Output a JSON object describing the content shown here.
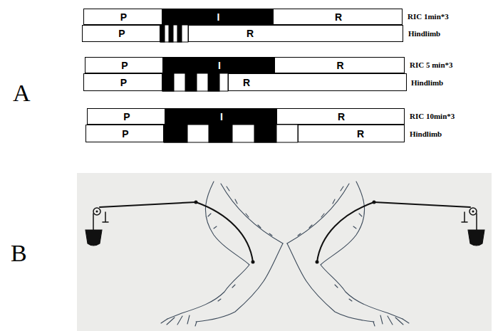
{
  "diagram": {
    "nodes": [
      {
        "text": [
          "P"
        ]
      },
      {
        "text": [
          "I"
        ]
      },
      {
        "text": [
          "R"
        ]
      },
      {
        "text": [
          "P"
        ]
      },
      {
        "text": [
          "R"
        ]
      },
      {
        "text": [
          "P"
        ]
      },
      {
        "text": [
          "I"
        ]
      },
      {
        "text": [
          "R"
        ]
      },
      {
        "text": [
          "P"
        ]
      },
      {
        "text": [
          "R"
        ]
      },
      {
        "text": [
          "P"
        ]
      },
      {
        "text": [
          "I"
        ]
      },
      {
        "text": [
          "R"
        ]
      },
      {
        "text": [
          "P"
        ]
      },
      {
        "text": [
          "R"
        ]
      }
    ],
    "labels": [
      "RIC 1min*3",
      "Hindlimb",
      "A",
      "RIC 5 min*3",
      "Hindlimb",
      "RIC 10min*3",
      "Hindlimb",
      "B"
    ]
  }
}
